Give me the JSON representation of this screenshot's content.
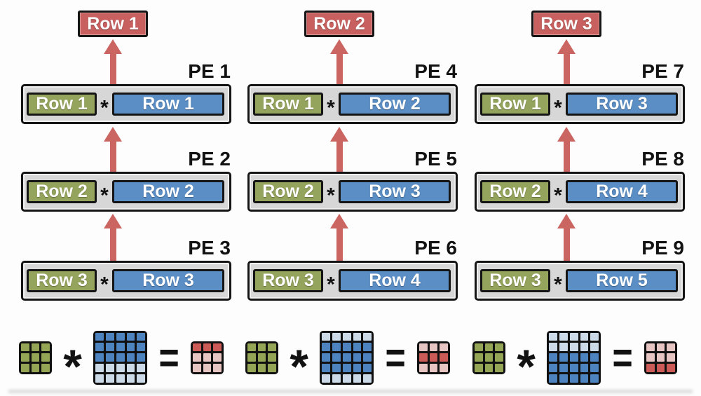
{
  "colors": {
    "red": "#c7605e",
    "green": "#95a45c",
    "blue": "#5b8ec5",
    "pe_fill": "#d7d7d7",
    "pe_inner_edge": "#efefef",
    "border": "#151515",
    "arrow": "#cb6561",
    "grid_line": "#111111"
  },
  "palettes": {
    "green": {
      "dark": "#94a556",
      "dim": "#d8decb"
    },
    "blue": {
      "dark": "#4d84c0",
      "dim": "#ccd9e7"
    },
    "red": {
      "dark": "#cc5b57",
      "dim": "#e7c5c3"
    }
  },
  "columns": [
    {
      "output_label": "Row 1",
      "pes": [
        {
          "label": "PE 1",
          "left": "Row 1",
          "operator": "*",
          "right": "Row 1"
        },
        {
          "label": "PE 2",
          "left": "Row 2",
          "operator": "*",
          "right": "Row 2"
        },
        {
          "label": "PE 3",
          "left": "Row 3",
          "operator": "*",
          "right": "Row 3"
        }
      ],
      "equation": {
        "multiply": "*",
        "equals": "=",
        "matrix_a": {
          "rows": 3,
          "cols": 3,
          "palette": "green",
          "dark_rows": [
            1,
            2,
            3
          ]
        },
        "matrix_b": {
          "rows": 5,
          "cols": 5,
          "palette": "blue",
          "dark_rows": [
            1,
            2,
            3
          ]
        },
        "result": {
          "rows": 3,
          "cols": 3,
          "palette": "red",
          "dark_rows": [
            1
          ]
        }
      }
    },
    {
      "output_label": "Row 2",
      "pes": [
        {
          "label": "PE 4",
          "left": "Row 1",
          "operator": "*",
          "right": "Row 2"
        },
        {
          "label": "PE 5",
          "left": "Row 2",
          "operator": "*",
          "right": "Row 3"
        },
        {
          "label": "PE 6",
          "left": "Row 3",
          "operator": "*",
          "right": "Row 4"
        }
      ],
      "equation": {
        "multiply": "*",
        "equals": "=",
        "matrix_a": {
          "rows": 3,
          "cols": 3,
          "palette": "green",
          "dark_rows": [
            1,
            2,
            3
          ]
        },
        "matrix_b": {
          "rows": 5,
          "cols": 5,
          "palette": "blue",
          "dark_rows": [
            2,
            3,
            4
          ]
        },
        "result": {
          "rows": 3,
          "cols": 3,
          "palette": "red",
          "dark_rows": [
            2
          ]
        }
      }
    },
    {
      "output_label": "Row 3",
      "pes": [
        {
          "label": "PE 7",
          "left": "Row 1",
          "operator": "*",
          "right": "Row 3"
        },
        {
          "label": "PE 8",
          "left": "Row 2",
          "operator": "*",
          "right": "Row 4"
        },
        {
          "label": "PE 9",
          "left": "Row 3",
          "operator": "*",
          "right": "Row 5"
        }
      ],
      "equation": {
        "multiply": "*",
        "equals": "=",
        "matrix_a": {
          "rows": 3,
          "cols": 3,
          "palette": "green",
          "dark_rows": [
            1,
            2,
            3
          ]
        },
        "matrix_b": {
          "rows": 5,
          "cols": 5,
          "palette": "blue",
          "dark_rows": [
            3,
            4,
            5
          ]
        },
        "result": {
          "rows": 3,
          "cols": 3,
          "palette": "red",
          "dark_rows": [
            3
          ]
        }
      }
    }
  ]
}
